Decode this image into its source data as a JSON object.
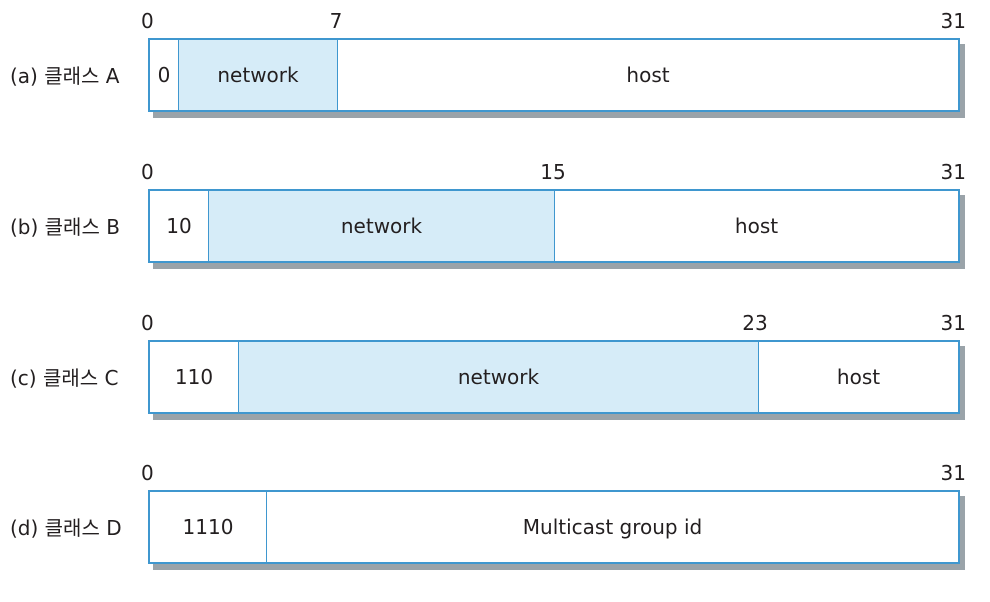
{
  "diagram": {
    "rows": [
      {
        "label": "(a) 클래스 A",
        "bits": {
          "start": "0",
          "mid": "7",
          "end": "31"
        },
        "fields": [
          {
            "text": "0",
            "kind": "prefix"
          },
          {
            "text": "network",
            "kind": "network"
          },
          {
            "text": "host",
            "kind": "host"
          }
        ]
      },
      {
        "label": "(b) 클래스 B",
        "bits": {
          "start": "0",
          "mid": "15",
          "end": "31"
        },
        "fields": [
          {
            "text": "10",
            "kind": "prefix"
          },
          {
            "text": "network",
            "kind": "network"
          },
          {
            "text": "host",
            "kind": "host"
          }
        ]
      },
      {
        "label": "(c) 클래스 C",
        "bits": {
          "start": "0",
          "mid": "23",
          "end": "31"
        },
        "fields": [
          {
            "text": "110",
            "kind": "prefix"
          },
          {
            "text": "network",
            "kind": "network"
          },
          {
            "text": "host",
            "kind": "host"
          }
        ]
      },
      {
        "label": "(d) 클래스 D",
        "bits": {
          "start": "0",
          "end": "31"
        },
        "fields": [
          {
            "text": "1110",
            "kind": "prefix"
          },
          {
            "text": "Multicast group id",
            "kind": "host"
          }
        ]
      }
    ],
    "colors": {
      "border": "#3f97cf",
      "network_fill": "#d6ecf8",
      "host_fill": "#ffffff",
      "shadow": "#9aa3a9",
      "text": "#231f20"
    }
  }
}
